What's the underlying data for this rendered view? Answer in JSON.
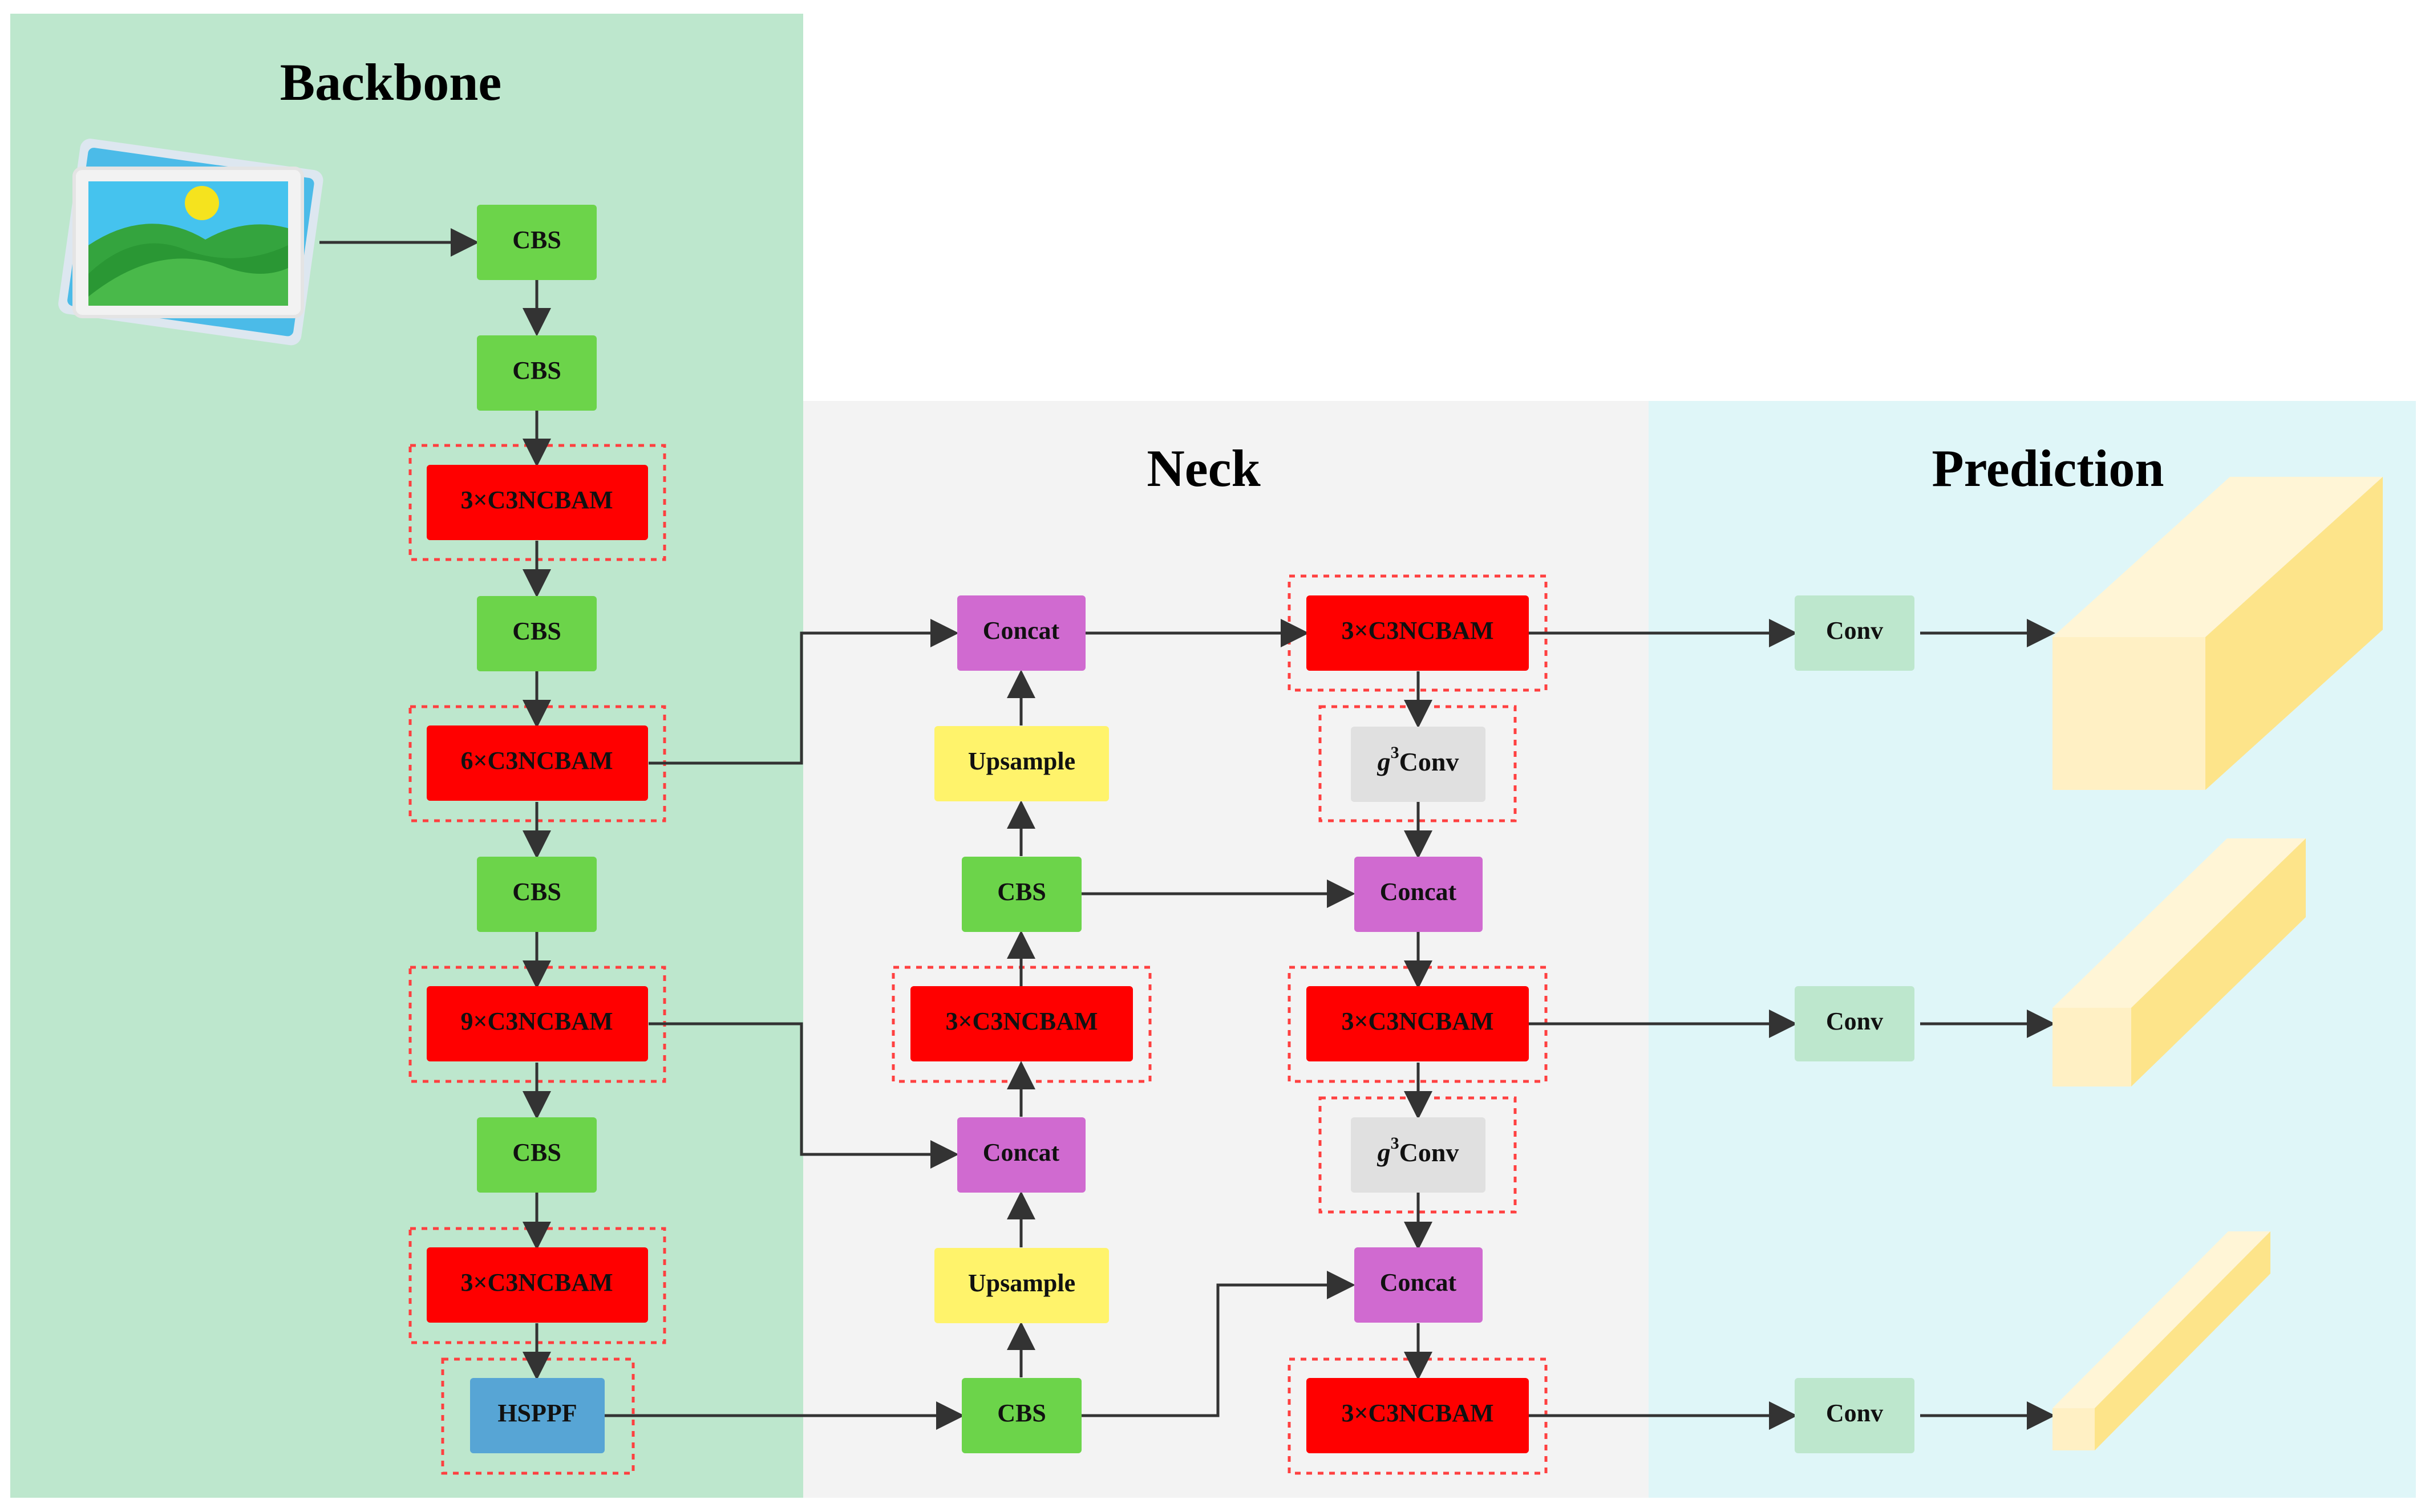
{
  "sections": {
    "backbone": "Backbone",
    "neck": "Neck",
    "prediction": "Prediction"
  },
  "colors": {
    "backbone_bg": "#bde7cd",
    "neck_bg": "#f3f3f3",
    "prediction_bg": "#dff6f8",
    "cbs": "#6cd44a",
    "c3ncbam": "#ff0000",
    "concat": "#d06ad0",
    "upsample": "#fff36b",
    "hsppf": "#57a5d5",
    "g3conv": "#e0e0e0",
    "conv": "#bde7cd",
    "dashed_border": "#ff4040",
    "arrow": "#333333",
    "feature_map": "#fde48a"
  },
  "icons": {
    "input_image": "image-icon"
  },
  "backbone_blocks": [
    "CBS",
    "CBS",
    "3×C3NCBAM",
    "CBS",
    "6×C3NCBAM",
    "CBS",
    "9×C3NCBAM",
    "CBS",
    "3×C3NCBAM",
    "HSPPF"
  ],
  "neck_left_blocks": [
    "Concat",
    "Upsample",
    "CBS",
    "3×C3NCBAM",
    "Concat",
    "Upsample",
    "CBS"
  ],
  "neck_right_blocks": [
    "3×C3NCBAM",
    "Conv",
    "Concat",
    "3×C3NCBAM",
    "Conv",
    "Concat",
    "3×C3NCBAM"
  ],
  "g3conv_prefix": "g",
  "g3conv_superscript": "3",
  "prediction_blocks": [
    "Conv",
    "Conv",
    "Conv"
  ]
}
